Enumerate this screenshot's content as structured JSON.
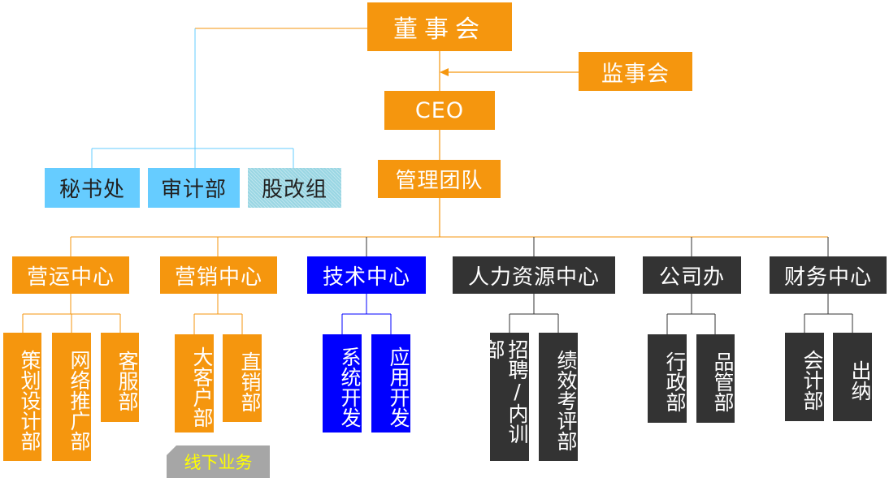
{
  "colors": {
    "orange": "#f5960e",
    "blue": "#0000ff",
    "dark": "#333333",
    "sky": "#66ccff",
    "gray": "#a6a6a6",
    "tag_text": "#ffff00"
  },
  "board": "董事会",
  "supervisors": "监事会",
  "ceo": "CEO",
  "mgmt": "管理团队",
  "staff": [
    "秘书处",
    "审计部",
    "股改组"
  ],
  "centers": [
    {
      "name": "营运中心",
      "depts": [
        "策划设计部",
        "网络推广部",
        "客服部"
      ]
    },
    {
      "name": "营销中心",
      "depts": [
        "大客户部",
        "直销部"
      ]
    },
    {
      "name": "技术中心",
      "depts": [
        "系统开发",
        "应用开发"
      ]
    },
    {
      "name": "人力资源中心",
      "depts": [
        "招聘/内训部",
        "绩效考评部"
      ]
    },
    {
      "name": "公司办",
      "depts": [
        "行政部",
        "品管部"
      ]
    },
    {
      "name": "财务中心",
      "depts": [
        "会计部",
        "出纳"
      ]
    }
  ],
  "offline_tag": "线下业务"
}
